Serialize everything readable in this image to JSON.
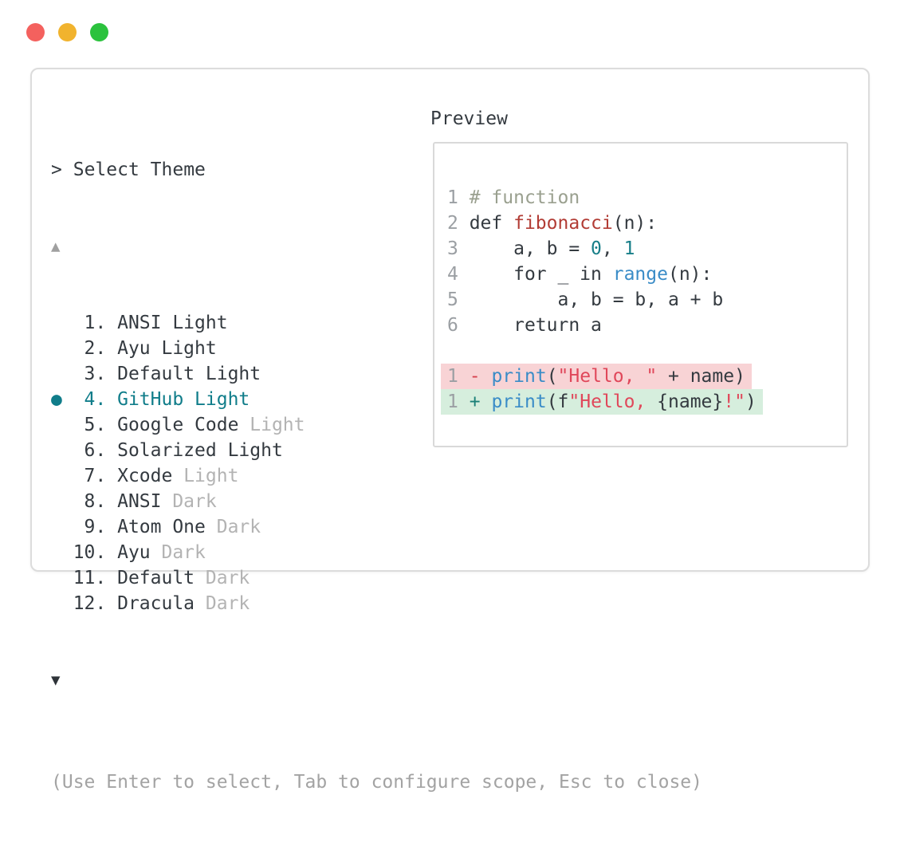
{
  "colors": {
    "text": "#343a40",
    "dim": "#b3b3b3",
    "gray": "#a3a3a3",
    "accent": "#107d8a",
    "lineno": "#9b9fa3",
    "comment": "#9aa08f",
    "func": "#b23c35",
    "number": "#177e88",
    "builtin": "#3a8cc7",
    "string": "#e0475a",
    "minus": "#d6404d",
    "plus": "#1b8078",
    "removed_bg": "#f8d3d5",
    "added_bg": "#d6eedd",
    "border": "#dcdcdc",
    "traffic_red": "#f4615e",
    "traffic_yellow": "#f1b32e",
    "traffic_green": "#2bc23d"
  },
  "window": {
    "traffic_lights": [
      {
        "name": "close",
        "color": "#f4615e"
      },
      {
        "name": "minimize",
        "color": "#f1b32e"
      },
      {
        "name": "zoom",
        "color": "#2bc23d"
      }
    ]
  },
  "panel": {
    "prompt": {
      "caret": ">",
      "title": "Select Theme"
    },
    "scroll_up_indicator": "▲",
    "scroll_down_indicator": "▼",
    "selected_bullet": "●",
    "theme_list": {
      "items": [
        {
          "number": "1",
          "name": "ANSI",
          "variant": "Light",
          "variant_dimmed": false,
          "selected": false
        },
        {
          "number": "2",
          "name": "Ayu",
          "variant": "Light",
          "variant_dimmed": false,
          "selected": false
        },
        {
          "number": "3",
          "name": "Default",
          "variant": "Light",
          "variant_dimmed": false,
          "selected": false
        },
        {
          "number": "4",
          "name": "GitHub",
          "variant": "Light",
          "variant_dimmed": false,
          "selected": true
        },
        {
          "number": "5",
          "name": "Google Code",
          "variant": "Light",
          "variant_dimmed": true,
          "selected": false
        },
        {
          "number": "6",
          "name": "Solarized",
          "variant": "Light",
          "variant_dimmed": false,
          "selected": false
        },
        {
          "number": "7",
          "name": "Xcode",
          "variant": "Light",
          "variant_dimmed": true,
          "selected": false
        },
        {
          "number": "8",
          "name": "ANSI",
          "variant": "Dark",
          "variant_dimmed": true,
          "selected": false
        },
        {
          "number": "9",
          "name": "Atom One",
          "variant": "Dark",
          "variant_dimmed": true,
          "selected": false
        },
        {
          "number": "10",
          "name": "Ayu",
          "variant": "Dark",
          "variant_dimmed": true,
          "selected": false
        },
        {
          "number": "11",
          "name": "Default",
          "variant": "Dark",
          "variant_dimmed": true,
          "selected": false
        },
        {
          "number": "12",
          "name": "Dracula",
          "variant": "Dark",
          "variant_dimmed": true,
          "selected": false
        }
      ]
    },
    "footer_hint": "(Use Enter to select, Tab to configure scope, Esc to close)",
    "preview": {
      "label": "Preview",
      "code_lines": [
        {
          "blank": true
        },
        {
          "tokens": [
            {
              "c": "lineno",
              "t": "1"
            },
            {
              "c": "plain",
              "t": " "
            },
            {
              "c": "comment",
              "t": "# function"
            }
          ]
        },
        {
          "tokens": [
            {
              "c": "lineno",
              "t": "2"
            },
            {
              "c": "plain",
              "t": " def "
            },
            {
              "c": "func",
              "t": "fibonacci"
            },
            {
              "c": "plain",
              "t": "(n):"
            }
          ]
        },
        {
          "tokens": [
            {
              "c": "lineno",
              "t": "3"
            },
            {
              "c": "plain",
              "t": "     a, b = "
            },
            {
              "c": "number",
              "t": "0"
            },
            {
              "c": "plain",
              "t": ", "
            },
            {
              "c": "number",
              "t": "1"
            }
          ]
        },
        {
          "tokens": [
            {
              "c": "lineno",
              "t": "4"
            },
            {
              "c": "plain",
              "t": "     for _ in "
            },
            {
              "c": "builtin",
              "t": "range"
            },
            {
              "c": "plain",
              "t": "(n):"
            }
          ]
        },
        {
          "tokens": [
            {
              "c": "lineno",
              "t": "5"
            },
            {
              "c": "plain",
              "t": "         a, b = b, a + b"
            }
          ]
        },
        {
          "tokens": [
            {
              "c": "lineno",
              "t": "6"
            },
            {
              "c": "plain",
              "t": "     return a"
            }
          ]
        },
        {
          "blank": true
        },
        {
          "bg": "removed",
          "tokens": [
            {
              "c": "lineno",
              "t": "1"
            },
            {
              "c": "plain",
              "t": " "
            },
            {
              "c": "minus",
              "t": "-"
            },
            {
              "c": "plain",
              "t": " "
            },
            {
              "c": "builtin",
              "t": "print"
            },
            {
              "c": "plain",
              "t": "("
            },
            {
              "c": "string",
              "t": "\"Hello, \""
            },
            {
              "c": "plain",
              "t": " + name)"
            }
          ]
        },
        {
          "bg": "added",
          "tokens": [
            {
              "c": "lineno",
              "t": "1"
            },
            {
              "c": "plain",
              "t": " "
            },
            {
              "c": "plus",
              "t": "+"
            },
            {
              "c": "plain",
              "t": " "
            },
            {
              "c": "builtin",
              "t": "print"
            },
            {
              "c": "plain",
              "t": "(f"
            },
            {
              "c": "string",
              "t": "\"Hello, "
            },
            {
              "c": "plain",
              "t": "{name}"
            },
            {
              "c": "string",
              "t": "!\""
            },
            {
              "c": "plain",
              "t": ")"
            }
          ]
        }
      ]
    }
  }
}
